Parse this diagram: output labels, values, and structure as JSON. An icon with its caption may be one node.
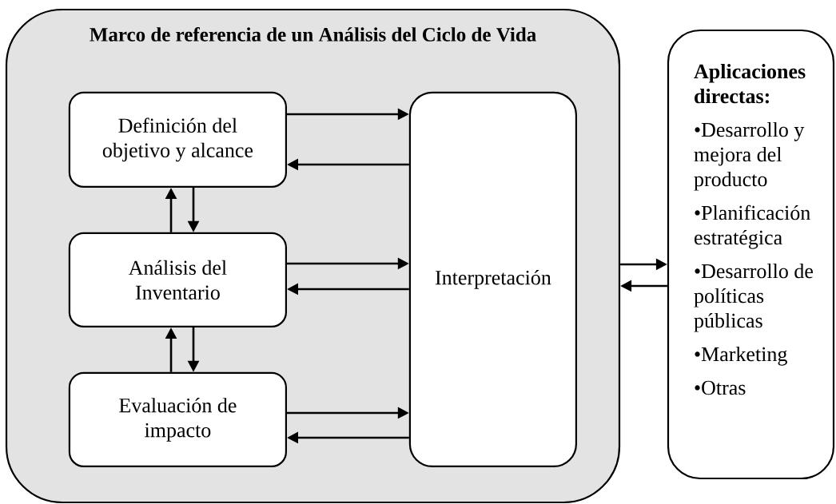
{
  "diagram": {
    "nodes": [
      {
        "text": [
          "Marco de referencia de un Análisis del Ciclo de Vida"
        ]
      },
      {
        "text": [
          "Definición del objetivo y alcance"
        ],
        "in": 0
      },
      {
        "text": [
          "Análisis del Inventario"
        ],
        "in": 0
      },
      {
        "text": [
          "Evaluación de impacto"
        ],
        "in": 0
      },
      {
        "text": [
          "Interpretación"
        ],
        "in": 0
      },
      {
        "text": [
          "Aplicaciones directas:",
          "•Desarrollo y mejora del producto",
          "•Planificación estratégica",
          "•Desarrollo de políticas públicas",
          "•Marketing",
          "•Otras"
        ]
      }
    ],
    "edges": [
      {
        "from": 1,
        "to": 4,
        "arrow": "to"
      },
      {
        "from": 4,
        "to": 1,
        "arrow": "to"
      },
      {
        "from": 2,
        "to": 1,
        "arrow": "to"
      },
      {
        "from": 1,
        "to": 2,
        "arrow": "to"
      },
      {
        "from": 2,
        "to": 4,
        "arrow": "to"
      },
      {
        "from": 4,
        "to": 2,
        "arrow": "to"
      },
      {
        "from": 3,
        "to": 2,
        "arrow": "to"
      },
      {
        "from": 2,
        "to": 3,
        "arrow": "to"
      },
      {
        "from": 3,
        "to": 4,
        "arrow": "to"
      },
      {
        "from": 4,
        "to": 3,
        "arrow": "to"
      },
      {
        "from": 0,
        "to": 5,
        "arrow": "to"
      },
      {
        "from": 5,
        "to": 0,
        "arrow": "to"
      }
    ]
  }
}
